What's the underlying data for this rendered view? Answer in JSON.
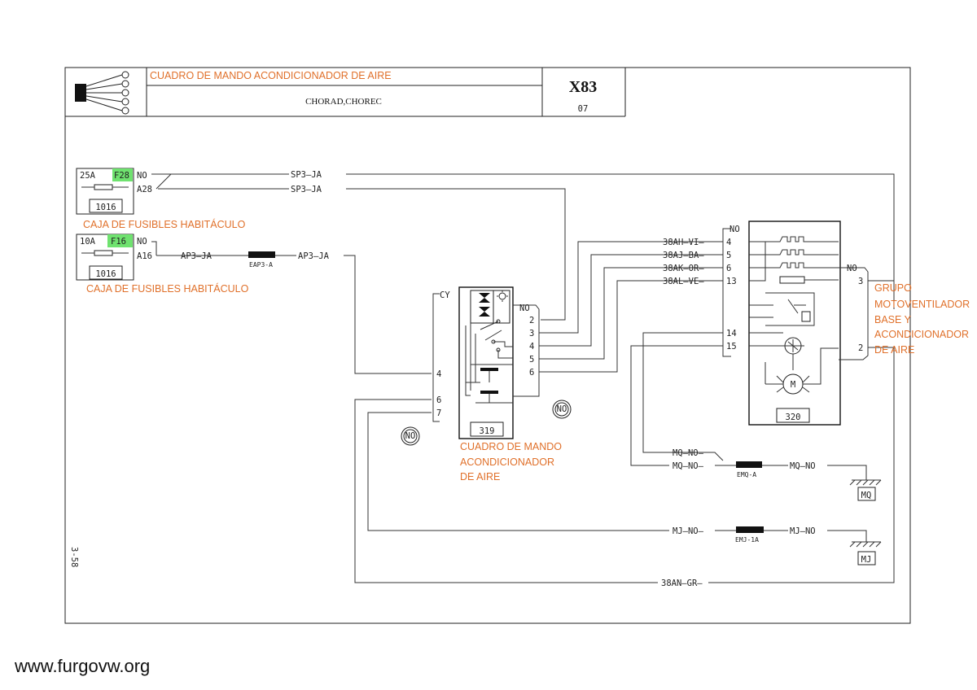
{
  "header": {
    "title": "CUADRO DE MANDO ACONDICIONADOR DE AIRE",
    "subtitle": "CHORAD,CHOREC",
    "code": "X83",
    "sheet": "07"
  },
  "page_ref": "3-58",
  "watermark": "www.furgovw.org",
  "fuse_boxes": [
    {
      "amp": "25A",
      "fuse": "F28",
      "pin_top": "NO",
      "pin_out": "A28",
      "id": "1016",
      "label": "CAJA DE FUSIBLES HABITÁCULO"
    },
    {
      "amp": "10A",
      "fuse": "F16",
      "pin_top": "NO",
      "pin_out": "A16",
      "id": "1016",
      "label": "CAJA DE FUSIBLES HABITÁCULO"
    }
  ],
  "wires": {
    "sp3_top": "SP3",
    "sp3_top_color": "JA",
    "sp3_bottom": "SP3",
    "sp3_bottom_color": "JA",
    "ap3_left": "AP3",
    "ap3_left_color": "JA",
    "ap3_right": "AP3",
    "ap3_right_color": "JA",
    "w38ah": "38AH",
    "w38ah_color": "VI",
    "w38aj": "38AJ",
    "w38aj_color": "BA",
    "w38ak": "38AK",
    "w38ak_color": "OR",
    "w38al": "38AL",
    "w38al_color": "VE",
    "mq1": "MQ",
    "mq1_color": "NO",
    "mq2": "MQ",
    "mq2_color": "NO",
    "mq3": "MQ",
    "mq3_color": "NO",
    "mj1": "MJ",
    "mj1_color": "NO",
    "mj2": "MJ",
    "mj2_color": "NO",
    "w38an": "38AN",
    "w38an_color": "GR"
  },
  "splices": {
    "eap3": "EAP3-A",
    "emq": "EMQ-A",
    "emj": "EMJ-1A"
  },
  "module_319": {
    "id": "319",
    "pin_cy": "CY",
    "pin_no": "NO",
    "pins_right": [
      "2",
      "3",
      "4",
      "5",
      "6"
    ],
    "pins_left": [
      "4",
      "6",
      "7"
    ],
    "label_lines": [
      "CUADRO DE MANDO",
      "ACONDICIONADOR",
      "DE AIRE"
    ]
  },
  "module_320": {
    "id": "320",
    "pin_no_top": "NO",
    "pins_left": [
      "4",
      "5",
      "6",
      "13",
      "14",
      "15"
    ],
    "pin_no_right": "NO",
    "pins_right": [
      "3",
      "2"
    ],
    "motor": "M",
    "label_lines": [
      "GRUPO",
      "MOTOVENTILADOR",
      "BASE Y",
      "ACONDICIONADOR",
      "DE AIRE"
    ]
  },
  "no_markers": [
    "NO",
    "NO"
  ],
  "grounds": [
    "MQ",
    "MJ"
  ]
}
